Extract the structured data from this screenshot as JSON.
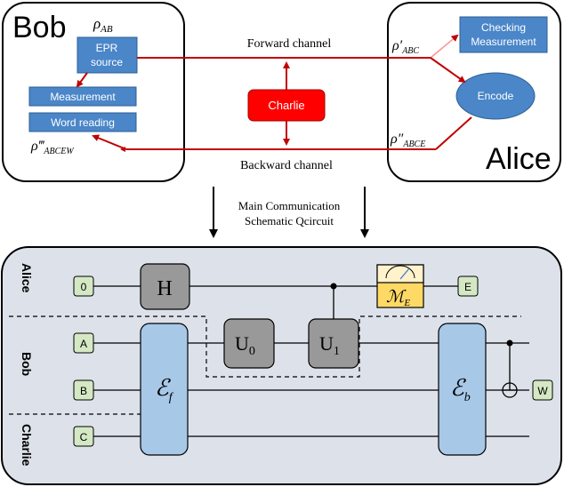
{
  "top": {
    "bob": {
      "title": "Bob",
      "rho_ab": "ρ",
      "rho_ab_sub": "AB",
      "epr_line1": "EPR",
      "epr_line2": "source",
      "measurement": "Measurement",
      "word_reading": "Word reading",
      "rho_final": "ρ‴",
      "rho_final_sub": "ABCEW"
    },
    "alice": {
      "title": "Alice",
      "checking_line1": "Checking",
      "checking_line2": "Measurement",
      "encode": "Encode",
      "rho_prime": "ρ′",
      "rho_prime_sub": "ABC",
      "rho_dprime": "ρ″",
      "rho_dprime_sub": "ABCE"
    },
    "charlie": "Charlie",
    "forward_channel": "Forward channel",
    "backward_channel": "Backward channel"
  },
  "middle": {
    "line1": "Main Communication",
    "line2": "Schematic Qcircuit"
  },
  "circuit": {
    "party_alice": "Alice",
    "party_bob": "Bob",
    "party_charlie": "Charlie",
    "in_0": "0",
    "in_a": "A",
    "in_b": "B",
    "in_c": "C",
    "gate_h": "H",
    "gate_u0": "U",
    "gate_u0_sub": "0",
    "gate_u1": "U",
    "gate_u1_sub": "1",
    "meter": "ℳ",
    "meter_sub": "E",
    "out_e": "E",
    "out_w": "W",
    "ef": "ℰ",
    "ef_sub": "f",
    "eb": "ℰ",
    "eb_sub": "b"
  },
  "colors": {
    "red": "#c00000",
    "charlie_box": "#ff0000",
    "blue_box": "#4a86c8",
    "panel_bg": "#dde2ea",
    "green_box": "#d5e8c4",
    "gate_gray": "#999999",
    "channel_blue": "#a8c8e8",
    "meter_yellow": "#ffd966"
  }
}
